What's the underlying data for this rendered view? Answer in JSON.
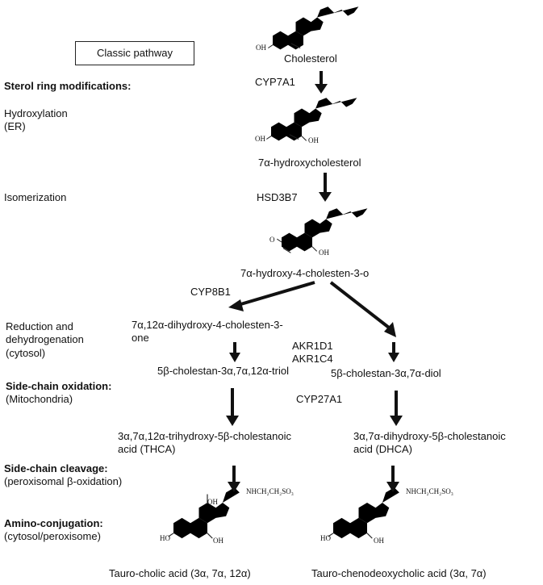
{
  "pathway_box": "Classic pathway",
  "stages": {
    "sterol_ring": "Sterol ring modifications:",
    "hydroxylation": "Hydroxylation",
    "hydroxylation_loc": "(ER)",
    "isomerization": "Isomerization",
    "reduction_1": "Reduction and",
    "reduction_2": "dehydrogenation",
    "reduction_loc": "(cytosol)",
    "side_chain_ox": "Side-chain oxidation:",
    "side_chain_ox_loc": "(Mitochondria)",
    "side_chain_cleavage": "Side-chain cleavage:",
    "side_chain_cleavage_loc": "(peroxisomal β-oxidation)",
    "amino_conj": "Amino-conjugation:",
    "amino_conj_loc": "(cytosol/peroxisome)"
  },
  "enzymes": {
    "cyp7a1": "CYP7A1",
    "hsd3b7": "HSD3B7",
    "cyp8b1": "CYP8B1",
    "akr1d1": "AKR1D1",
    "akr1c4": "AKR1C4",
    "cyp27a1": "CYP27A1"
  },
  "compounds": {
    "cholesterol": "Cholesterol",
    "hydroxycholesterol": "7α-hydroxycholesterol",
    "cholesten_3o": "7α-hydroxy-4-cholesten-3-o",
    "dihydroxy_1": "7α,12α-dihydroxy-4-cholesten-3-",
    "dihydroxy_2": "one",
    "triol": "5β-cholestan-3α,7α,12α-triol",
    "diol": "5β-cholestan-3α,7α-diol",
    "thca_1": "3α,7α,12α-trihydroxy-5β-cholestanoic",
    "thca_2": "acid (THCA)",
    "dhca_1": "3α,7α-dihydroxy-5β-cholestanoic",
    "dhca_2": "acid (DHCA)",
    "taurocholic": "Tauro-cholic acid (3α, 7α, 12α)",
    "taurocheno": "Tauro-chenodeoxycholic acid (3α, 7α)"
  },
  "structure_labels": {
    "oh": "OH",
    "ho": "HO",
    "o": "O",
    "oh_bar": "O̅H",
    "taurine_chain": "NHCH₂CH₂SO₃"
  }
}
